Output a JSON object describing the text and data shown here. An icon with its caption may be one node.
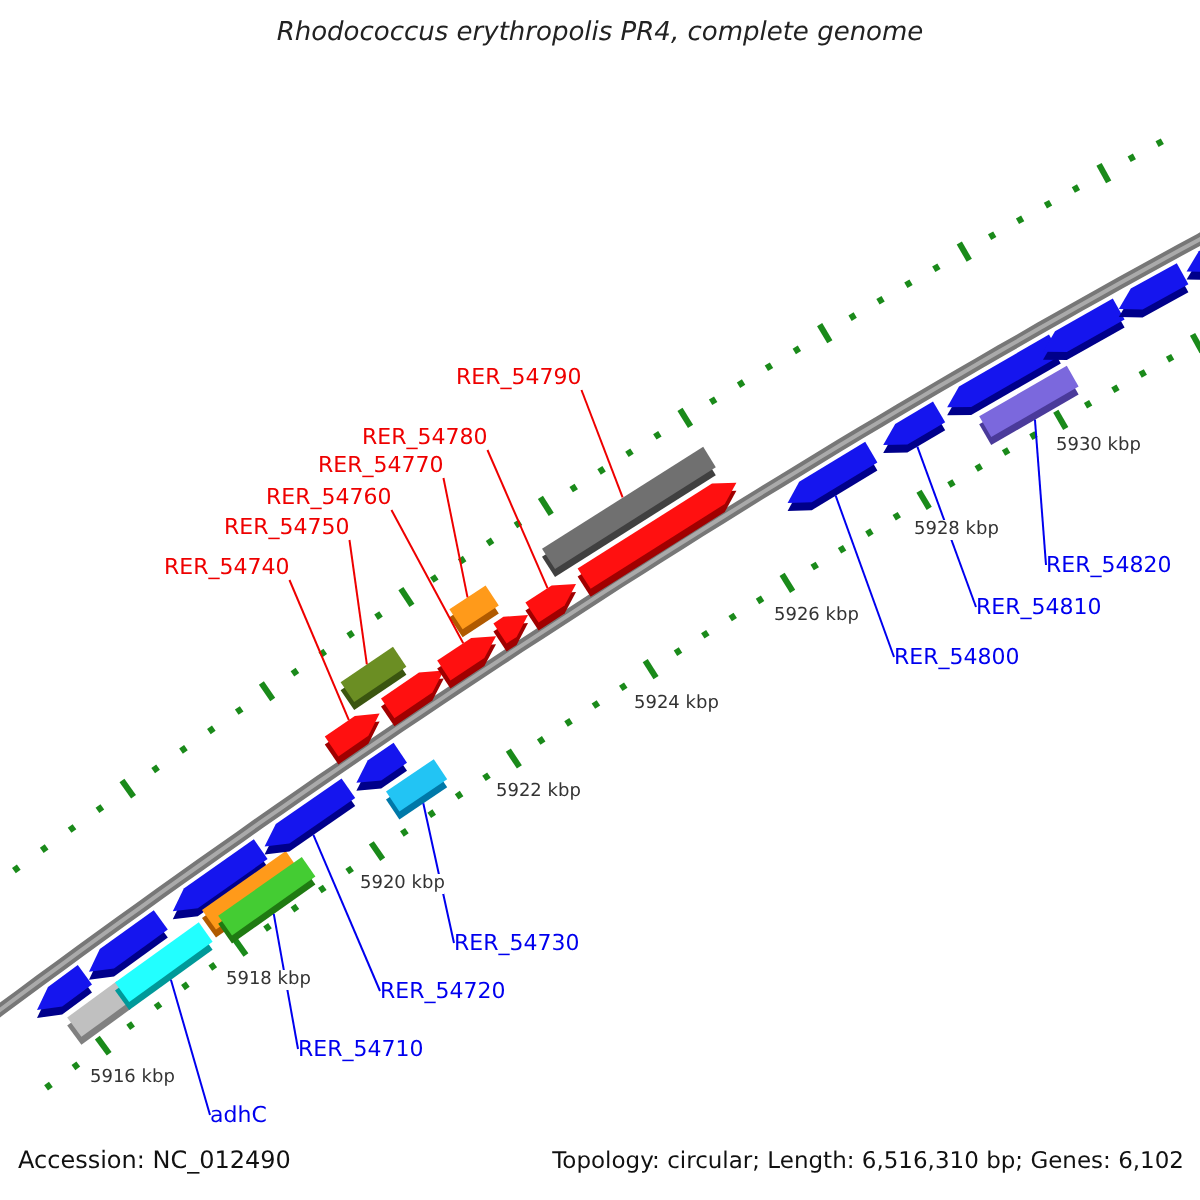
{
  "diagram": {
    "title": "Rhodococcus erythropolis PR4, complete genome",
    "nodes": [
      {
        "text": [],
        "shape": "bar"
      },
      {
        "text": [],
        "shape": "bar"
      },
      {
        "text": [],
        "shape": "bar"
      },
      {
        "text": [],
        "shape": "bar"
      },
      {
        "text": [],
        "shape": "bar"
      },
      {
        "text": [],
        "shape": "bar"
      },
      {
        "text": [],
        "shape": "bar"
      },
      {
        "text": [],
        "shape": "bar"
      },
      {
        "text": [],
        "shape": "bar"
      },
      {
        "text": [],
        "shape": "bar"
      },
      {
        "text": [],
        "shape": "bar"
      },
      {
        "text": [],
        "shape": "bar"
      },
      {
        "text": [],
        "shape": "bar"
      },
      {
        "text": [],
        "shape": "bar"
      },
      {
        "text": [],
        "shape": "bar"
      },
      {
        "text": [],
        "shape": "bar"
      },
      {
        "text": [],
        "shape": "bar"
      },
      {
        "text": [],
        "shape": "bar"
      },
      {
        "text": [],
        "shape": "bar"
      },
      {
        "text": [],
        "shape": "bar"
      },
      {
        "text": [],
        "shape": "bar"
      },
      {
        "text": [],
        "shape": "bar"
      },
      {
        "text": [],
        "shape": "bar"
      },
      {
        "text": [],
        "shape": "bar"
      },
      {
        "text": [],
        "shape": "bar"
      },
      {
        "text": [],
        "shape": "bar"
      },
      {
        "text": [
          "RER_54790"
        ]
      },
      {
        "text": [
          "RER_54780"
        ]
      },
      {
        "text": [
          "RER_54770"
        ]
      },
      {
        "text": [
          "RER_54760"
        ]
      },
      {
        "text": [
          "RER_54750"
        ]
      },
      {
        "text": [
          "RER_54740"
        ]
      },
      {
        "text": [
          "RER_54820"
        ]
      },
      {
        "text": [
          "RER_54810"
        ]
      },
      {
        "text": [
          "RER_54800"
        ]
      },
      {
        "text": [
          "RER_54730"
        ]
      },
      {
        "text": [
          "RER_54720"
        ]
      },
      {
        "text": [
          "RER_54710"
        ]
      },
      {
        "text": [
          "adhC"
        ]
      }
    ],
    "edges": [
      {
        "from": 26,
        "to": 17,
        "arrow": "none",
        "color": "#ee0000"
      },
      {
        "from": 27,
        "to": 16,
        "arrow": "none",
        "color": "#ee0000"
      },
      {
        "from": 28,
        "to": 14,
        "arrow": "none",
        "color": "#ee0000"
      },
      {
        "from": 29,
        "to": 13,
        "arrow": "none",
        "color": "#ee0000"
      },
      {
        "from": 30,
        "to": 11,
        "arrow": "none",
        "color": "#ee0000"
      },
      {
        "from": 31,
        "to": 9,
        "arrow": "none",
        "color": "#ee0000"
      },
      {
        "from": 32,
        "to": 21,
        "arrow": "none"
      },
      {
        "from": 33,
        "to": 20,
        "arrow": "none"
      },
      {
        "from": 34,
        "to": 19,
        "arrow": "none"
      },
      {
        "from": 35,
        "to": 10,
        "arrow": "none"
      },
      {
        "from": 36,
        "to": 7,
        "arrow": "none"
      },
      {
        "from": 37,
        "to": 6,
        "arrow": "none"
      },
      {
        "from": 38,
        "to": 3,
        "arrow": "none"
      }
    ],
    "labels": [
      "5930 kbp",
      "5928 kbp",
      "5926 kbp",
      "5924 kbp",
      "5922 kbp",
      "5920 kbp",
      "5918 kbp",
      "5916 kbp",
      "Accession: NC_012490",
      "Topology: circular; Length: 6,516,310 bp; Genes: 6,102"
    ]
  }
}
